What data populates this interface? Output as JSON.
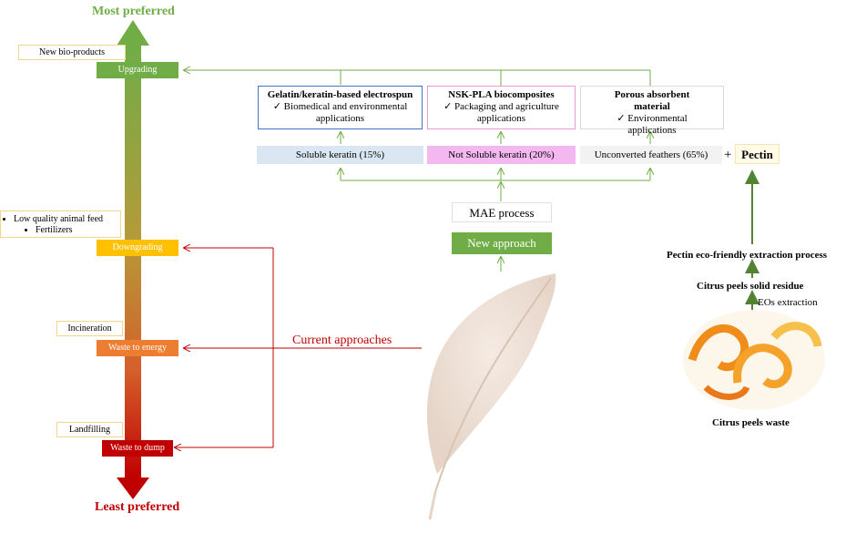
{
  "scale": {
    "top_label": "Most preferred",
    "bottom_label": "Least preferred",
    "stages": [
      {
        "id": "upgrading",
        "label": "Upgrading",
        "color": "#70ad47"
      },
      {
        "id": "downgrading",
        "label": "Downgrading",
        "color": "#ffc000"
      },
      {
        "id": "energy",
        "label": "Waste to energy",
        "color": "#ed7d31"
      },
      {
        "id": "dump",
        "label": "Waste to dump",
        "color": "#c00000"
      }
    ],
    "notes": {
      "upgrading": "New bio-products",
      "downgrading": [
        "Low quality animal feed",
        "Fertilizers"
      ],
      "energy": "Incineration",
      "dump": "Landfilling"
    }
  },
  "products": [
    {
      "title": "Gelatin/keratin-based electrospun",
      "detail": "✓ Biomedical and environmental applications"
    },
    {
      "title": "NSK-PLA biocomposites",
      "detail": "✓ Packaging and agriculture applications"
    },
    {
      "title": "Porous absorbent material",
      "detail": "✓ Environmental applications"
    }
  ],
  "fractions": [
    {
      "label": "Soluble keratin (15%)",
      "color": "#dae7f3"
    },
    {
      "label": "Not Soluble keratin (20%)",
      "color": "#f4b8f0"
    },
    {
      "label": "Unconverted feathers (65%)",
      "color": "#f2f2f2"
    }
  ],
  "plus": "+",
  "pectin": "Pectin",
  "mae_process": "MAE process",
  "new_approach": "New approach",
  "current_approaches": "Current approaches",
  "citrus": {
    "extraction_process": "Pectin eco-friendly extraction process",
    "solid_residue": "Citrus peels solid residue",
    "eos": "EOs extraction",
    "waste": "Citrus peels waste"
  },
  "colors": {
    "green": "#70ad47",
    "red": "#c00000"
  }
}
